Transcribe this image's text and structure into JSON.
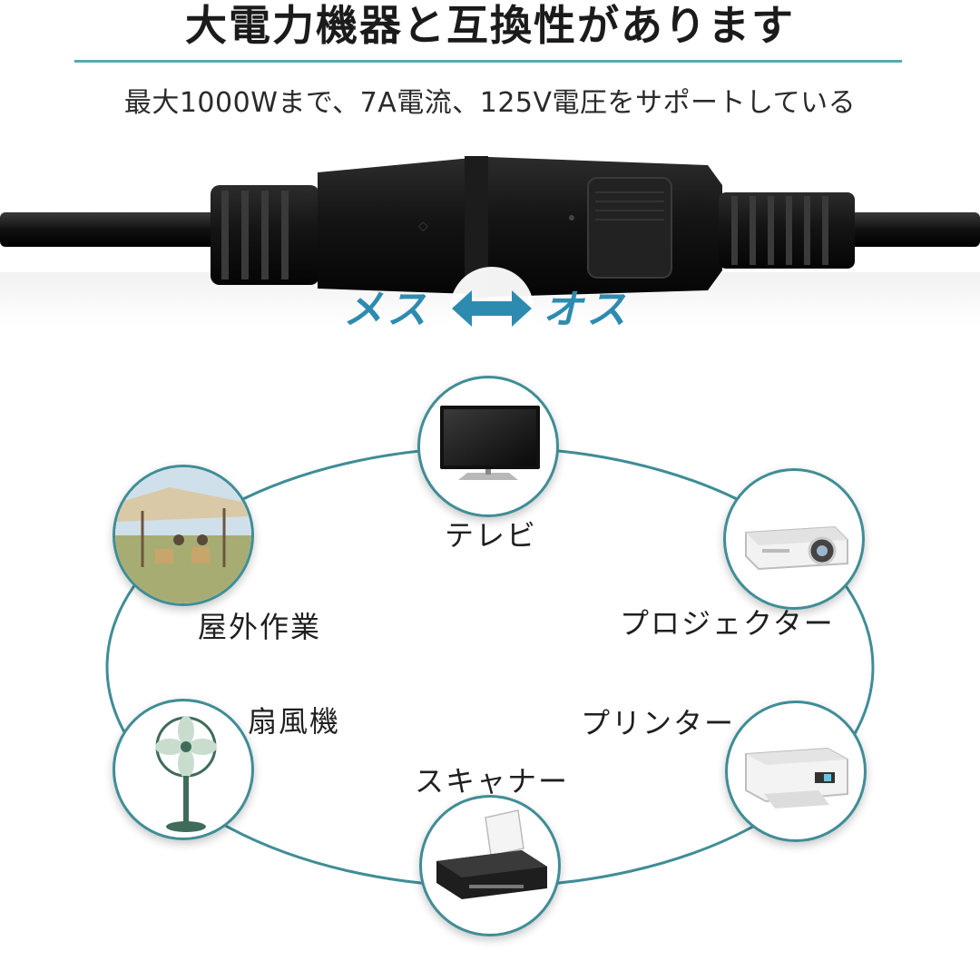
{
  "headline": "大電力機器と互換性があります",
  "subheadline": "最大1000Wまで、7A電流、125V電圧をサポートしている",
  "connector": {
    "female_label": "メス",
    "male_label": "オス",
    "arrow_icon": "double-arrow-icon"
  },
  "devices": {
    "tv": "テレビ",
    "projector": "プロジェクター",
    "outdoor": "屋外作業",
    "fan": "扇風機",
    "printer": "プリンター",
    "scanner": "スキャナー"
  },
  "colors": {
    "accent": "#3f8d96",
    "connector_label": "#2e8bb0",
    "rule": "#5aa6b3"
  }
}
